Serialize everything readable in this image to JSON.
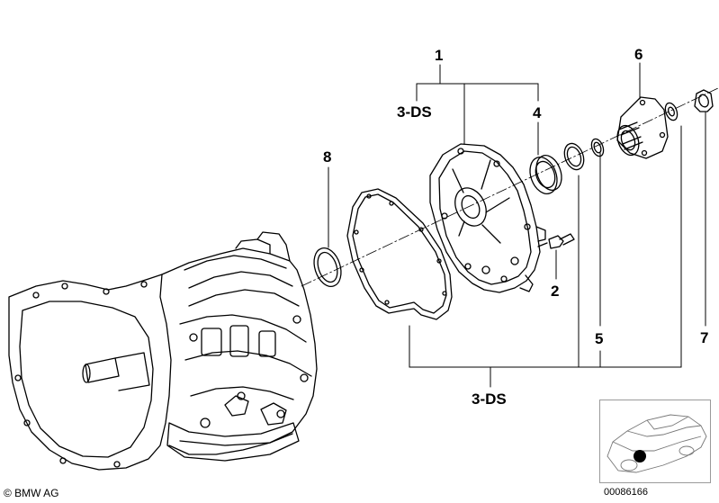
{
  "diagram": {
    "callouts": {
      "c1": "1",
      "c2": "2",
      "c3ds_top": "3-DS",
      "c3ds_bottom": "3-DS",
      "c4": "4",
      "c5": "5",
      "c6": "6",
      "c7": "7",
      "c8": "8"
    },
    "copyright": "© BMW AG",
    "image_number": "00086166",
    "line_color": "#000000",
    "locator_marker_color": "#000000"
  }
}
